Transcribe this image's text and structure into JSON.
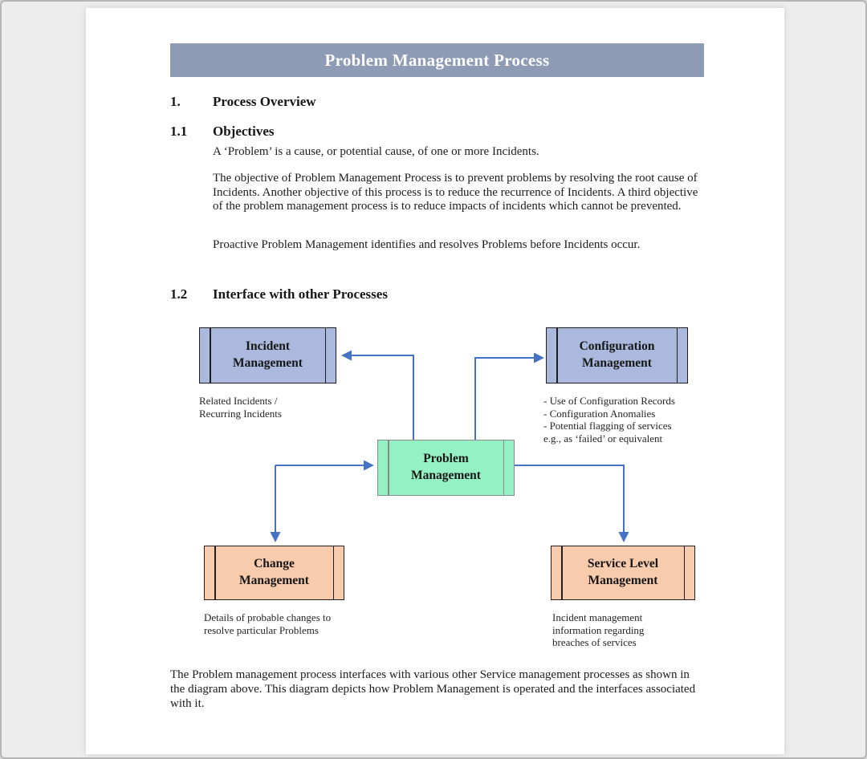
{
  "colors": {
    "title_bar": "#8d9cb4",
    "incident_configuration_fill": "#aab9dd",
    "problem_fill": "#93f1c3",
    "change_service_fill": "#f8cbad",
    "arrow": "#4472c4"
  },
  "document": {
    "title": "Problem Management Process",
    "sections": [
      {
        "number": "1.",
        "heading": "Process Overview"
      },
      {
        "number": "1.1",
        "heading": "Objectives"
      },
      {
        "number": "1.2",
        "heading": "Interface with other Processes"
      }
    ],
    "objectives_paragraphs": [
      "A ‘Problem’ is a cause, or potential cause, of one or more Incidents.",
      "The objective of Problem Management Process is to prevent problems by resolving the root cause of Incidents. Another objective of this process is to reduce the recurrence of Incidents. A third objective of the problem management process is to reduce impacts of incidents which cannot be prevented.",
      "Proactive Problem Management identifies and resolves Problems before Incidents occur."
    ],
    "closing_paragraph": "The Problem management process interfaces with various other Service management processes as shown in the diagram above. This diagram depicts how Problem Management is operated and the interfaces associated with it."
  },
  "diagram": {
    "incident_box": "Incident Management",
    "configuration_box": "Configuration Management",
    "problem_box": "Problem Management",
    "change_box": "Change Management",
    "service_box": "Service Level Management",
    "incident_caption": "Related Incidents /\nRecurring Incidents",
    "configuration_caption": "-  Use of Configuration Records\n-  Configuration Anomalies\n-  Potential flagging of services\n     e.g., as ‘failed’ or equivalent",
    "change_caption": "Details of probable changes to\nresolve particular Problems",
    "service_caption": "Incident management\ninformation regarding\nbreaches of services"
  }
}
